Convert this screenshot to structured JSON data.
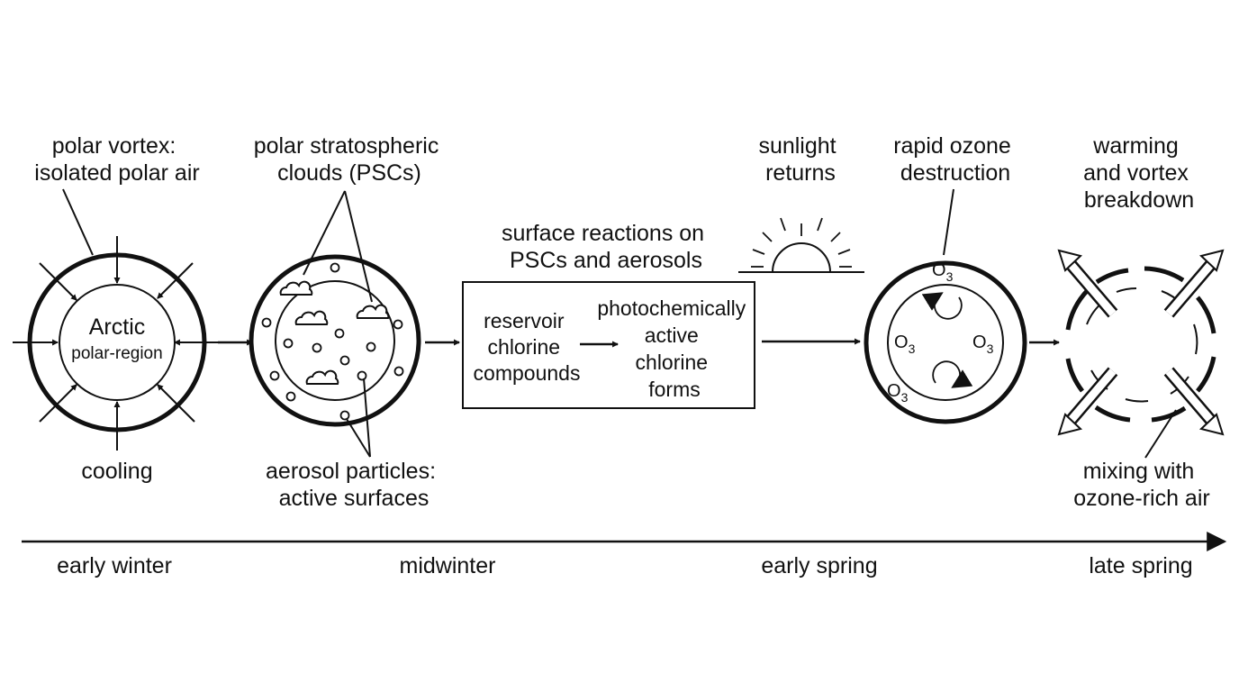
{
  "stages": {
    "early_winter": {
      "top_label": [
        "polar vortex:",
        "isolated polar air"
      ],
      "center_title": "Arctic",
      "center_subtitle": "polar-region",
      "bottom_label": "cooling"
    },
    "midwinter": {
      "top_label": [
        "polar stratospheric",
        "clouds (PSCs)"
      ],
      "bottom_label": [
        "aerosol particles:",
        "active surfaces"
      ]
    },
    "reactions": {
      "top_label": [
        "surface reactions on",
        "PSCs and aerosols"
      ],
      "left_text": [
        "reservoir",
        "chlorine",
        "compounds"
      ],
      "right_text": [
        "photochemically",
        "active",
        "chlorine",
        "forms"
      ]
    },
    "early_spring": {
      "sun_label": [
        "sunlight",
        "returns"
      ],
      "top_label": [
        "rapid ozone",
        "destruction"
      ],
      "ozone_symbol": "O",
      "ozone_subscript": "3"
    },
    "late_spring": {
      "top_label": [
        "warming",
        "and vortex",
        "breakdown"
      ],
      "bottom_label": [
        "mixing with",
        "ozone-rich air"
      ]
    }
  },
  "timeline": {
    "labels": [
      "early winter",
      "midwinter",
      "early spring",
      "late spring"
    ]
  },
  "colors": {
    "ink": "#111111",
    "background": "#ffffff"
  }
}
